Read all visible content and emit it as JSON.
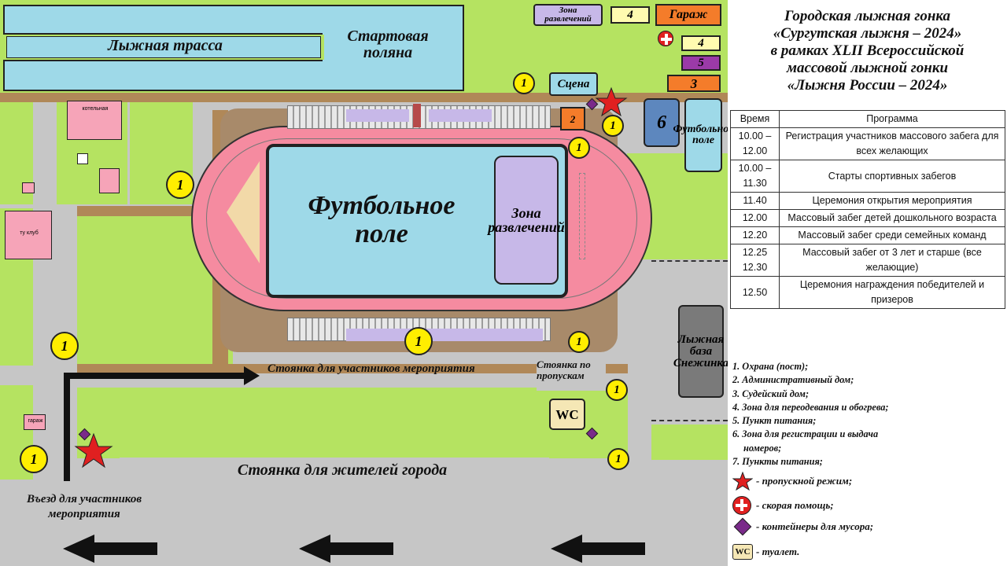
{
  "colors": {
    "grass": "#b5e361",
    "road": "#c6c6c6",
    "water": "#9ed9e8",
    "track": "#f58ba0",
    "orange": "#f47c2a",
    "purple": "#c7b8e8",
    "yellow": "#ffee00",
    "dark_building": "#7a7a7a",
    "blue_building": "#5d87be"
  },
  "map": {
    "ski_track": "Лыжная трасса",
    "start_meadow": "Стартовая поляна",
    "football_field": "Футбольное поле",
    "entertainment_zone_field": "Зона развлечений",
    "entertainment_zone_top": "Зона развлечений",
    "garage_top": "Гараж",
    "stage": "Сцена",
    "football_field_small": "Футбольное поле",
    "ski_base": "Лыжная база Снежинка",
    "parking_participants": "Стоянка для участников мероприятия",
    "parking_pass": "Стоянка по пропускам",
    "parking_residents": "Стоянка для жителей города",
    "entry": "Въезд для участников мероприятия",
    "wc": "WC",
    "boiler_house": "котельная",
    "garage_small": "гараж",
    "small_building": "ту клуб",
    "zone_numbers": {
      "n2": "2",
      "n3": "3",
      "n4a": "4",
      "n4b": "4",
      "n5": "5",
      "n6": "6"
    },
    "guard_post_number": "1"
  },
  "panel": {
    "title_lines": [
      "Городская лыжная гонка",
      "«Сургутская лыжня – 2024»",
      "в рамках XLII Всероссийской",
      "массовой  лыжной гонки",
      "«Лыжня России – 2024»"
    ],
    "table_headers": [
      "Время",
      "Программа"
    ],
    "schedule": [
      {
        "time": "10.00 – 12.00",
        "program": "Регистрация участников массового забега для всех желающих"
      },
      {
        "time": "10.00 – 11.30",
        "program": "Старты спортивных забегов"
      },
      {
        "time": "11.40",
        "program": "Церемония открытия мероприятия"
      },
      {
        "time": "12.00",
        "program": "Массовый забег детей дошкольного возраста"
      },
      {
        "time": "12.20",
        "program": "Массовый забег среди семейных команд"
      },
      {
        "time": "12.25 12.30",
        "program": "Массовый забег от 3 лет и старше (все желающие)"
      },
      {
        "time": "12.50",
        "program": "Церемония награждения победителей и призеров"
      }
    ],
    "legend": [
      "1. Охрана (пост);",
      "2. Административный дом;",
      "3. Судейский дом;",
      "4. Зона для переодевания и обогрева;",
      "5. Пункт питания;",
      "6. Зона для регистрации и выдача",
      "номеров;",
      "7. Пункты питания;"
    ],
    "symbols": [
      {
        "icon": "star-icon",
        "text": "- пропускной режим;"
      },
      {
        "icon": "ambulance-cross-icon",
        "text": "- скорая помощь;"
      },
      {
        "icon": "trash-container-icon",
        "text": "- контейнеры для мусора;"
      },
      {
        "icon": "wc-icon",
        "label": "WC",
        "text": "- туалет."
      }
    ]
  }
}
